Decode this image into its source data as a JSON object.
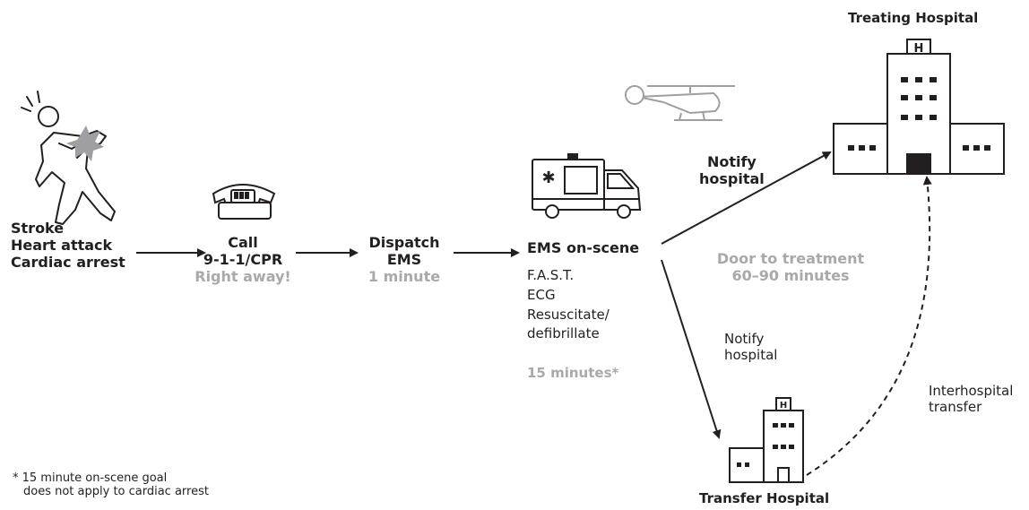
{
  "patient_label": {
    "line1": "Stroke",
    "line2": "Heart attack",
    "line3": "Cardiac arrest"
  },
  "call_step": {
    "line1": "Call",
    "line2": "9-1-1/CPR",
    "time": "Right away!"
  },
  "dispatch_step": {
    "line1": "Dispatch",
    "line2": "EMS",
    "time": "1 minute"
  },
  "ems_step": {
    "title": "EMS on-scene",
    "tasks": [
      "F.A.S.T.",
      "ECG",
      "Resuscitate/",
      "defibrillate"
    ],
    "time": "15 minutes*"
  },
  "notify_upper": {
    "line1": "Notify",
    "line2": "hospital"
  },
  "notify_lower": {
    "line1": "Notify",
    "line2": "hospital"
  },
  "door_to_treatment": {
    "line1": "Door to treatment",
    "line2": "60–90 minutes"
  },
  "treating_hospital": {
    "label": "Treating Hospital",
    "sign": "H"
  },
  "transfer_hospital": {
    "label": "Transfer Hospital",
    "sign": "H"
  },
  "interhospital": {
    "line1": "Interhospital",
    "line2": "transfer"
  },
  "footnote": {
    "line1": "* 15 minute on-scene goal",
    "line2": "does not apply to cardiac arrest"
  },
  "ambulance": {
    "cross": "✱"
  },
  "colors": {
    "text": "#231f20",
    "muted": "#a7a9ac",
    "accent_gray": "#9d9fa2"
  }
}
